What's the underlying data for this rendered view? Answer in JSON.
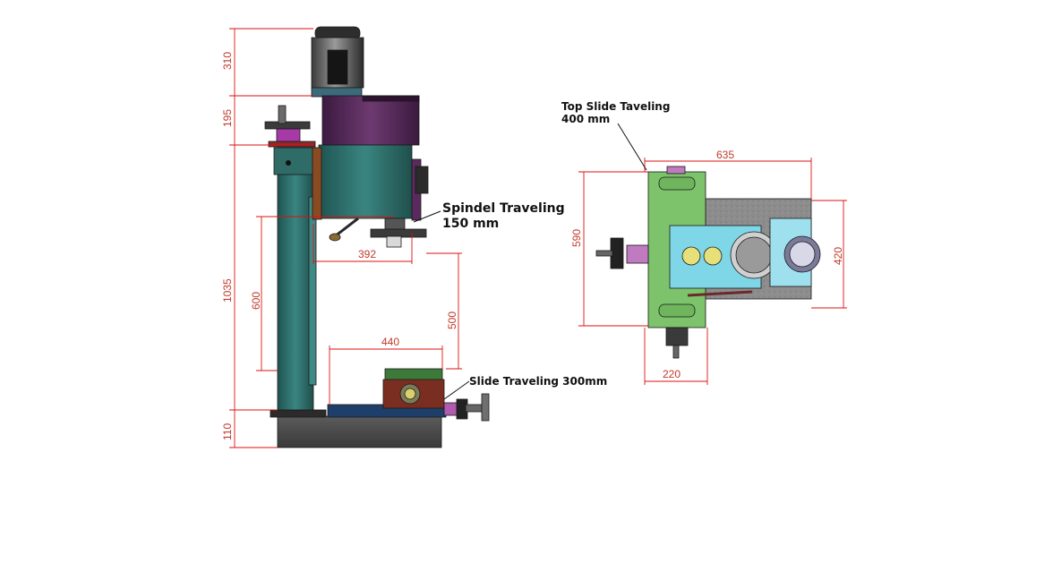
{
  "dimensions": {
    "motor_height": "310",
    "head_height": "195",
    "column_height": "1035",
    "base_height": "110",
    "spindle_reach": "392",
    "quill_to_table": "600",
    "table_travel_x": "440",
    "table_clearance": "500",
    "top_width": "635",
    "top_depth": "590",
    "side_depth": "420",
    "slide_width": "220"
  },
  "notes": {
    "spindle_line1": "Spindel Traveling",
    "spindle_line2": "150 mm",
    "slide": "Slide Traveling 300mm",
    "top_line1": "Top Slide Taveling",
    "top_line2": "400 mm"
  },
  "colors": {
    "dimension": "#d11a1a",
    "column": "#2e6e6a",
    "head": "#5a2a5e",
    "base": "#4a4a4a",
    "green_slide": "#7dc36b",
    "cyan_carriage": "#7fd6e6",
    "gray_plate": "#8a8a8a"
  }
}
